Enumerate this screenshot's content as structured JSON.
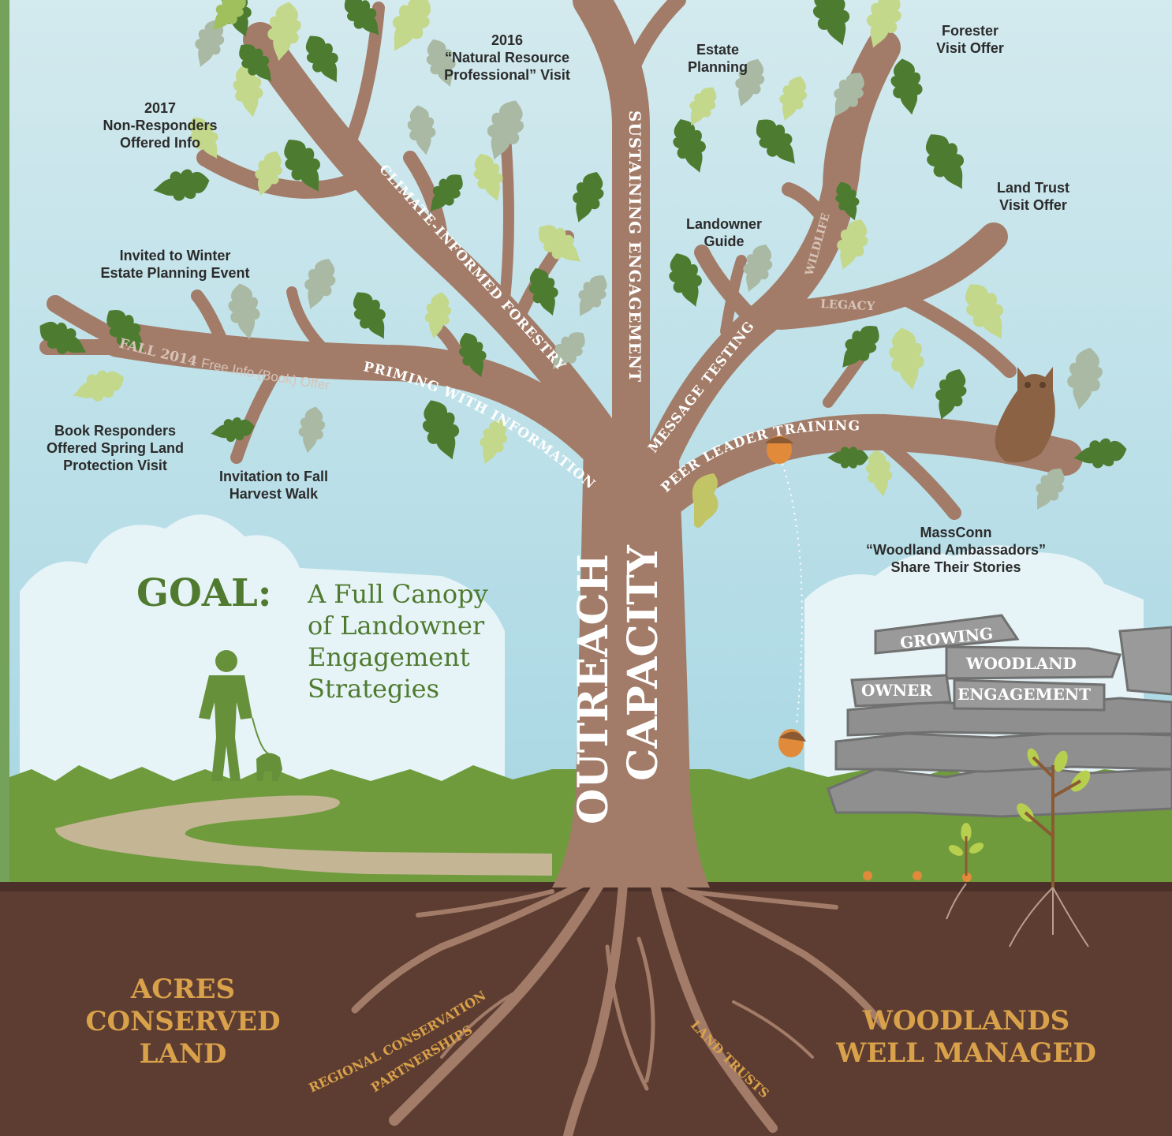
{
  "colors": {
    "sky_top": "#cfe8ed",
    "sky_bottom": "#a9d8e4",
    "left_band": "#74a25a",
    "branch": "#a27c68",
    "grass": "#6f9b3d",
    "soil": "#5d3d31",
    "root_text": "#d9a14a",
    "goal_green": "#4f7a2f",
    "leaf_dark": "#4d7c31",
    "leaf_mid": "#9fc05c",
    "leaf_light": "#c3d88a",
    "leaf_grey": "#a9b9a4",
    "stone": "#8f8f8f",
    "acorn": "#e08a3a",
    "owl": "#8b6244",
    "label_text": "#2b2b2b"
  },
  "callouts": {
    "c2016": [
      "2016",
      "“Natural Resource",
      "Professional” Visit"
    ],
    "estate_planning": [
      "Estate",
      "Planning"
    ],
    "forester": [
      "Forester",
      "Visit Offer"
    ],
    "c2017": [
      "2017",
      "Non-Responders",
      "Offered Info"
    ],
    "land_trust_visit": [
      "Land Trust",
      "Visit Offer"
    ],
    "landowner_guide": [
      "Landowner",
      "Guide"
    ],
    "winter_event": [
      "Invited to Winter",
      "Estate Planning Event"
    ],
    "book_responders": [
      "Book Responders",
      "Offered Spring Land",
      "Protection Visit"
    ],
    "harvest_walk": [
      "Invitation to Fall",
      "Harvest Walk"
    ],
    "masscon": [
      "MassConn",
      "“Woodland Ambassadors”",
      "Share Their Stories"
    ]
  },
  "branches": {
    "climate": "CLIMATE-INFORMED FORESTRY",
    "sustaining": "SUSTAINING ENGAGEMENT",
    "wildlife": "WILDLIFE",
    "legacy": "LEGACY",
    "message": "MESSAGE TESTING",
    "priming": "PRIMING WITH INFORMATION",
    "fall_year": "FALL 2014",
    "fall_offer": "Free Info (Book) Offer",
    "peer": "PEER LEADER TRAINING"
  },
  "trunk": {
    "left": "OUTREACH",
    "right": "CAPACITY"
  },
  "goal": {
    "label": "GOAL:",
    "lines": [
      "A Full Canopy",
      "of Landowner",
      "Engagement",
      "Strategies"
    ]
  },
  "stones": {
    "growing": "GROWING",
    "woodland": "WOODLAND",
    "owner": "OWNER",
    "engagement": "ENGAGEMENT"
  },
  "roots": {
    "regional_1": "REGIONAL CONSERVATION",
    "regional_2": "PARTNERSHIPS",
    "land_trusts": "LAND TRUSTS"
  },
  "outcomes": {
    "acres": [
      "ACRES",
      "CONSERVED",
      "LAND"
    ],
    "woodlands": [
      "WOODLANDS",
      "WELL MANAGED"
    ]
  }
}
